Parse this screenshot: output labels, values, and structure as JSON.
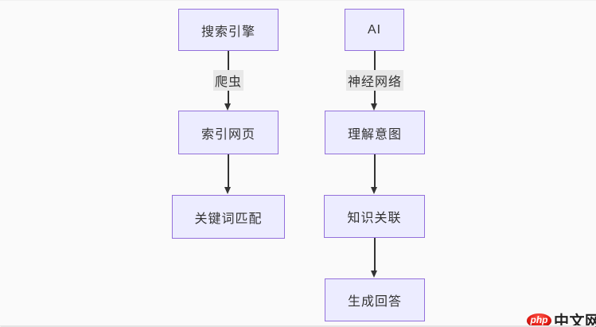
{
  "diagram": {
    "type": "flowchart",
    "direction": "top-down",
    "flows": [
      {
        "id": "search-engine-flow",
        "nodes": [
          "搜索引擎",
          "索引网页",
          "关键词匹配"
        ],
        "edges": [
          {
            "from": "搜索引擎",
            "to": "索引网页",
            "label": "爬虫"
          },
          {
            "from": "索引网页",
            "to": "关键词匹配",
            "label": ""
          }
        ]
      },
      {
        "id": "ai-flow",
        "nodes": [
          "AI",
          "理解意图",
          "知识关联",
          "生成回答"
        ],
        "edges": [
          {
            "from": "AI",
            "to": "理解意图",
            "label": "神经网络"
          },
          {
            "from": "理解意图",
            "to": "知识关联",
            "label": ""
          },
          {
            "from": "知识关联",
            "to": "生成回答",
            "label": ""
          }
        ]
      }
    ],
    "colors": {
      "node_fill": "#ECECFF",
      "node_border": "#9370DB",
      "edge_line": "#333333",
      "edge_label_bg": "#e8e8e8",
      "text": "#333333",
      "background": "#fafafa"
    }
  },
  "watermark": {
    "logo_text": "php",
    "site_text": "中文网",
    "logo_color": "#e41e17"
  }
}
